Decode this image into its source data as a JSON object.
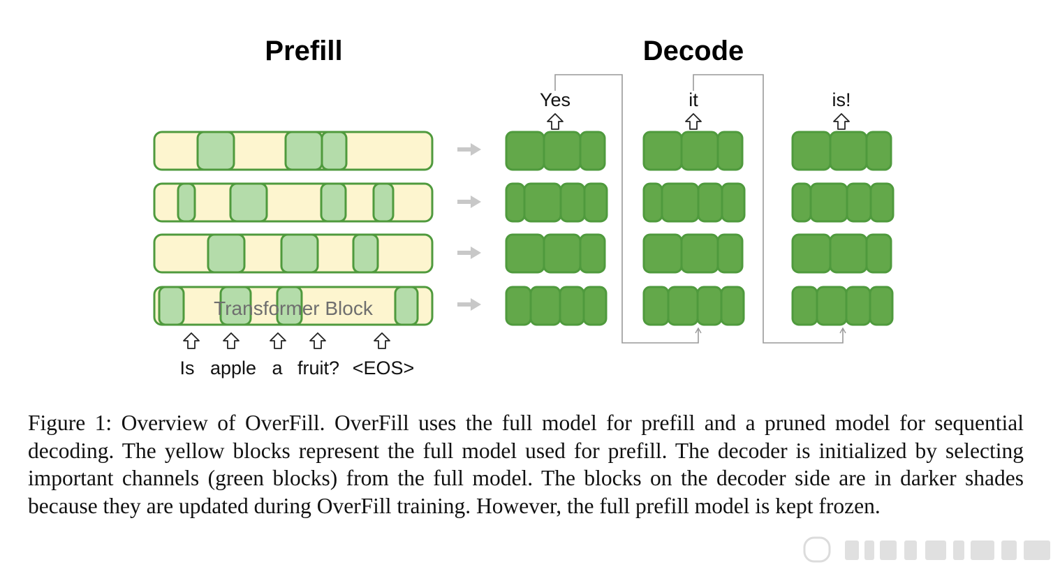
{
  "titles": {
    "prefill": "Prefill",
    "decode": "Decode"
  },
  "prefill": {
    "block_label": "Transformer Block",
    "input_tokens": [
      "Is",
      "apple",
      "a",
      "fruit?",
      "<EOS>"
    ]
  },
  "decode": {
    "output_tokens": [
      "Yes",
      "it",
      "is!"
    ]
  },
  "caption": {
    "label": "Figure 1:",
    "text": "Overview of OverFill. OverFill uses the full model for prefill and a pruned model for sequential decoding. The yellow blocks represent the full model used for prefill. The decoder is initialized by selecting important channels (green blocks) from the full model. The blocks on the decoder side are in darker shades because they are updated during OverFill training. However, the full prefill model is kept frozen."
  },
  "colors": {
    "full_model": "#fdf5cf",
    "selected_channel": "#b4dcaa",
    "decoder_block": "#63a84a",
    "border": "#4f9a3d",
    "arrow_gray": "#c8c8c8",
    "connector": "#999999"
  }
}
